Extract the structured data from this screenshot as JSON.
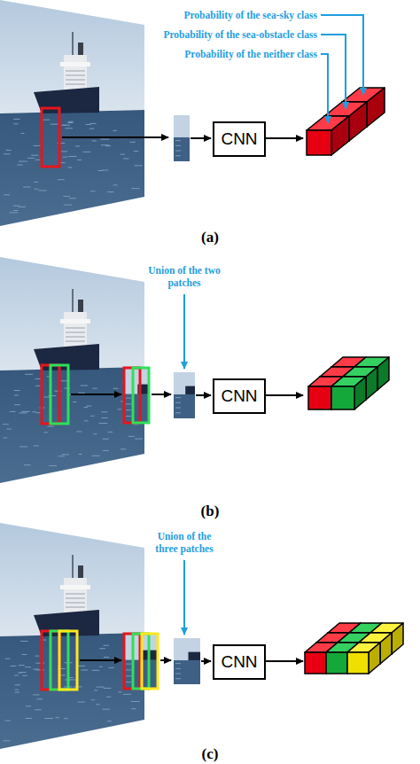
{
  "diagram": {
    "nodes": [
      {
        "text": [
          "CNN"
        ]
      },
      {
        "text": [
          "CNN"
        ]
      },
      {
        "text": [
          "CNN"
        ]
      }
    ],
    "labels": [
      "Probability of the sea-sky class",
      "Probability of the sea-obstacle class",
      "Probability of the neither class",
      "(a)",
      "Union of the two patches",
      "(b)",
      "Union of the three patches",
      "(c)"
    ]
  }
}
